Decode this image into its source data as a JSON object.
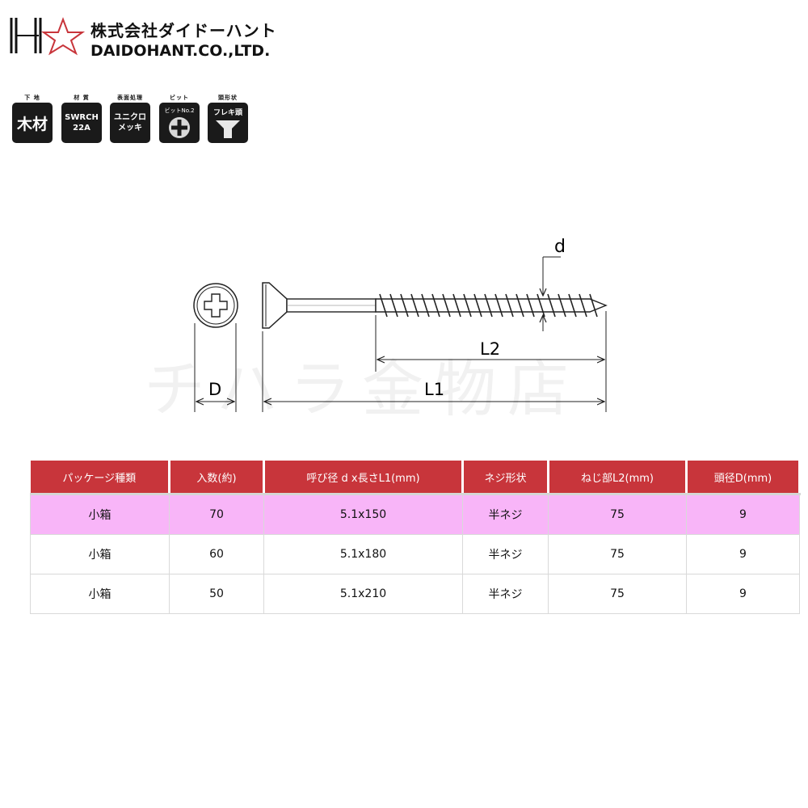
{
  "brand": {
    "name_jp": "株式会社ダイドーハント",
    "name_en": "DAIDOHANT.CO.,LTD."
  },
  "badges": [
    {
      "label": "下 地",
      "lines": [
        "木材"
      ],
      "style": "big"
    },
    {
      "label": "材 質",
      "lines": [
        "SWRCH",
        "22A"
      ],
      "style": "sm"
    },
    {
      "label": "表面処理",
      "lines": [
        "ユニクロ",
        "メッキ"
      ],
      "style": "sm"
    },
    {
      "label": "ビット",
      "tag": "ビットNo.2",
      "icon": "phillips-plus-icon"
    },
    {
      "label": "頭形状",
      "tag": "フレキ頭",
      "icon": "flat-head-icon"
    }
  ],
  "diagram": {
    "labels": {
      "d": "d",
      "L2": "L2",
      "L1": "L1",
      "D": "D"
    }
  },
  "watermark": "チハラ金物店",
  "table": {
    "headers": [
      "パッケージ種類",
      "入数(約)",
      "呼び径 d x長さL1(mm)",
      "ネジ形状",
      "ねじ部L2(mm)",
      "頭径D(mm)"
    ],
    "rows": [
      [
        "小箱",
        "70",
        "5.1x150",
        "半ネジ",
        "75",
        "9"
      ],
      [
        "小箱",
        "60",
        "5.1x180",
        "半ネジ",
        "75",
        "9"
      ],
      [
        "小箱",
        "50",
        "5.1x210",
        "半ネジ",
        "75",
        "9"
      ]
    ],
    "highlight_row": 0,
    "highlight_color": "#f8b5f8",
    "header_color": "#c8353b"
  }
}
